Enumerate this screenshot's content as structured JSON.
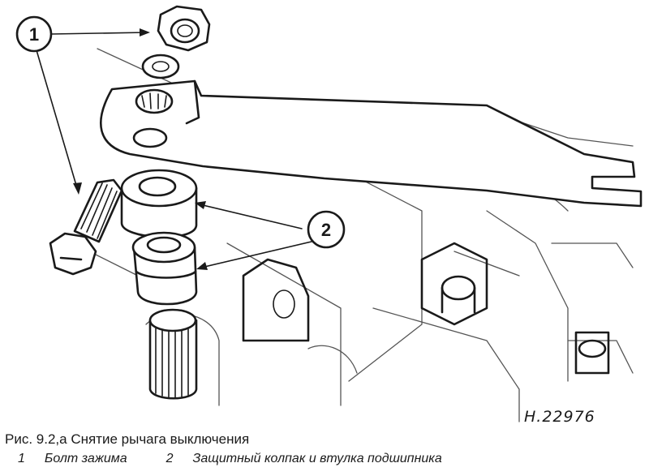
{
  "callouts": [
    {
      "number": "1"
    },
    {
      "number": "2"
    }
  ],
  "reference_code": "H.22976",
  "caption": {
    "title": "Рис. 9.2,а Снятие рычага выключения",
    "legend": [
      {
        "number": "1",
        "text": "Болт зажима"
      },
      {
        "number": "2",
        "text": "Защитный колпак и втулка подшипника"
      }
    ]
  }
}
